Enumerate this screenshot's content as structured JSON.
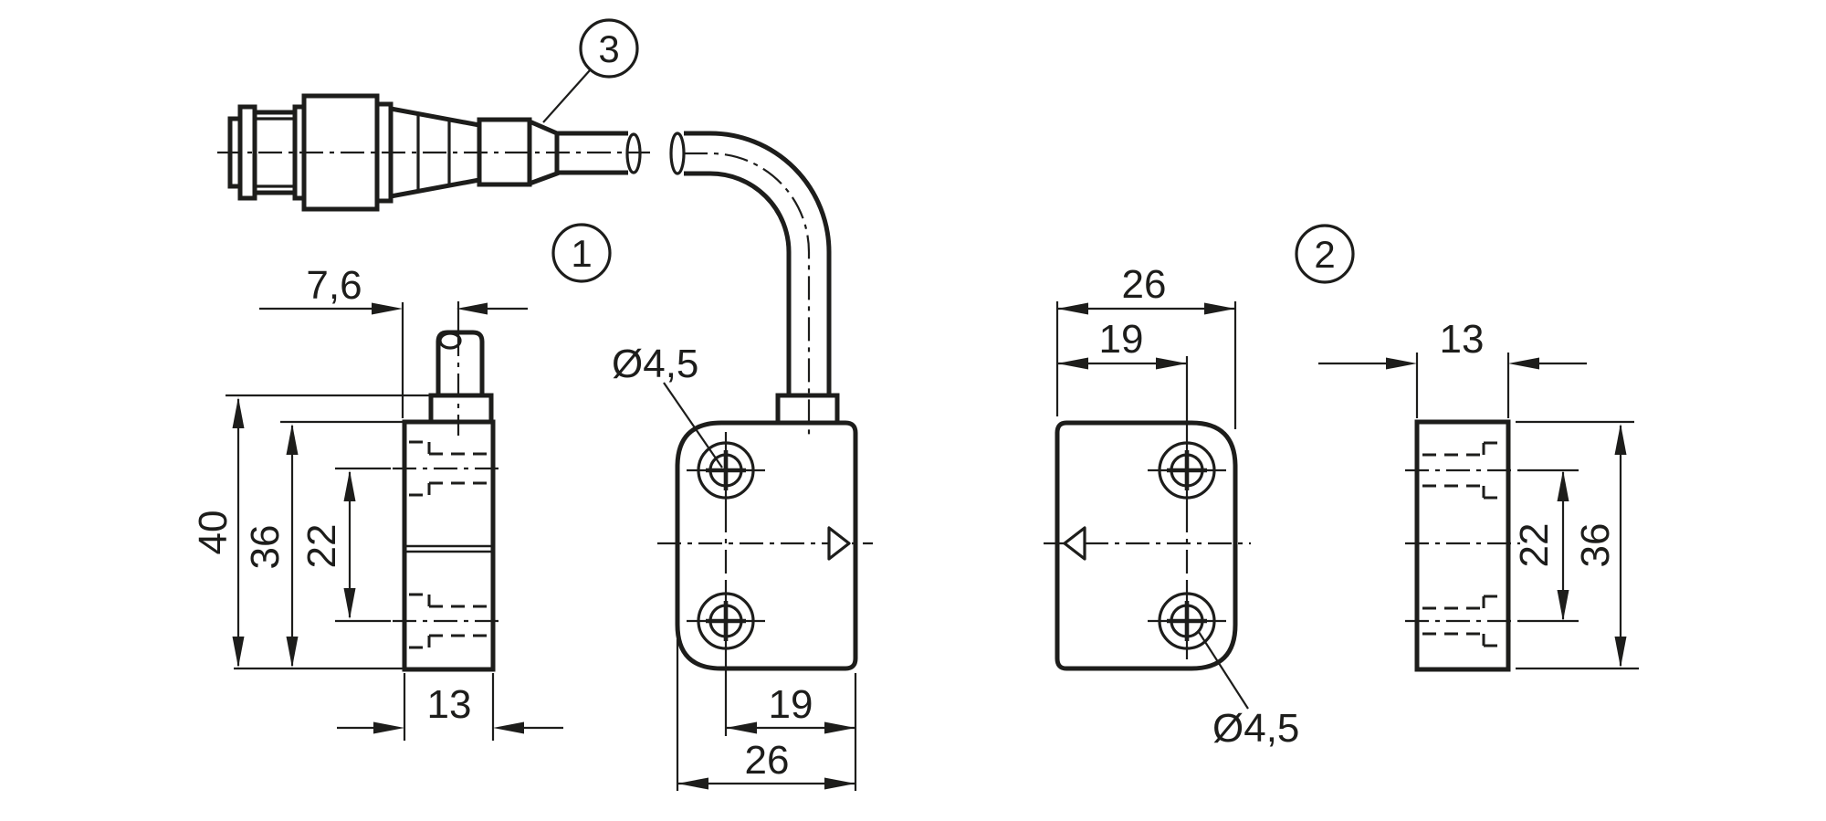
{
  "colors": {
    "ink": "#1d1d1b",
    "paper": "#ffffff"
  },
  "callouts": {
    "item1": "1",
    "item2": "2",
    "item3": "3"
  },
  "item1": {
    "side_view": {
      "cable_offset": "7,6",
      "overall_height": "40",
      "body_height": "36",
      "hole_spacing": "22",
      "depth": "13"
    },
    "front_view": {
      "hole_diameter": "Ø4,5",
      "hole_to_edge": "19",
      "width": "26"
    }
  },
  "item2": {
    "front_view": {
      "width": "26",
      "hole_to_edge": "19",
      "hole_diameter": "Ø4,5"
    },
    "side_view": {
      "depth": "13",
      "hole_spacing": "22",
      "body_height": "36"
    }
  }
}
